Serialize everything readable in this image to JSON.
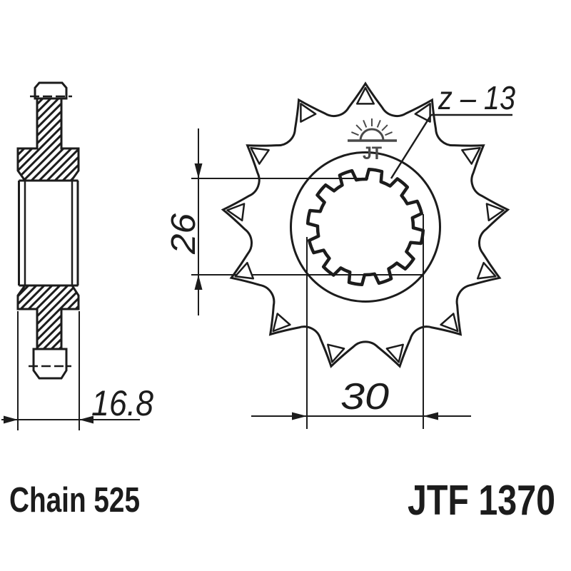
{
  "drawing": {
    "part_number": "JTF 1370",
    "chain_label": "Chain 525",
    "teeth_label": "z – 13",
    "teeth_count": 13,
    "spline_teeth_count": 12,
    "dim_width": "16.8",
    "dim_bore_minor": "26",
    "dim_bore_major": "30",
    "logo_text": "JT"
  },
  "colors": {
    "ink": "#1c1c1c",
    "logo_gray": "#4a4a4a",
    "background": "#ffffff"
  }
}
